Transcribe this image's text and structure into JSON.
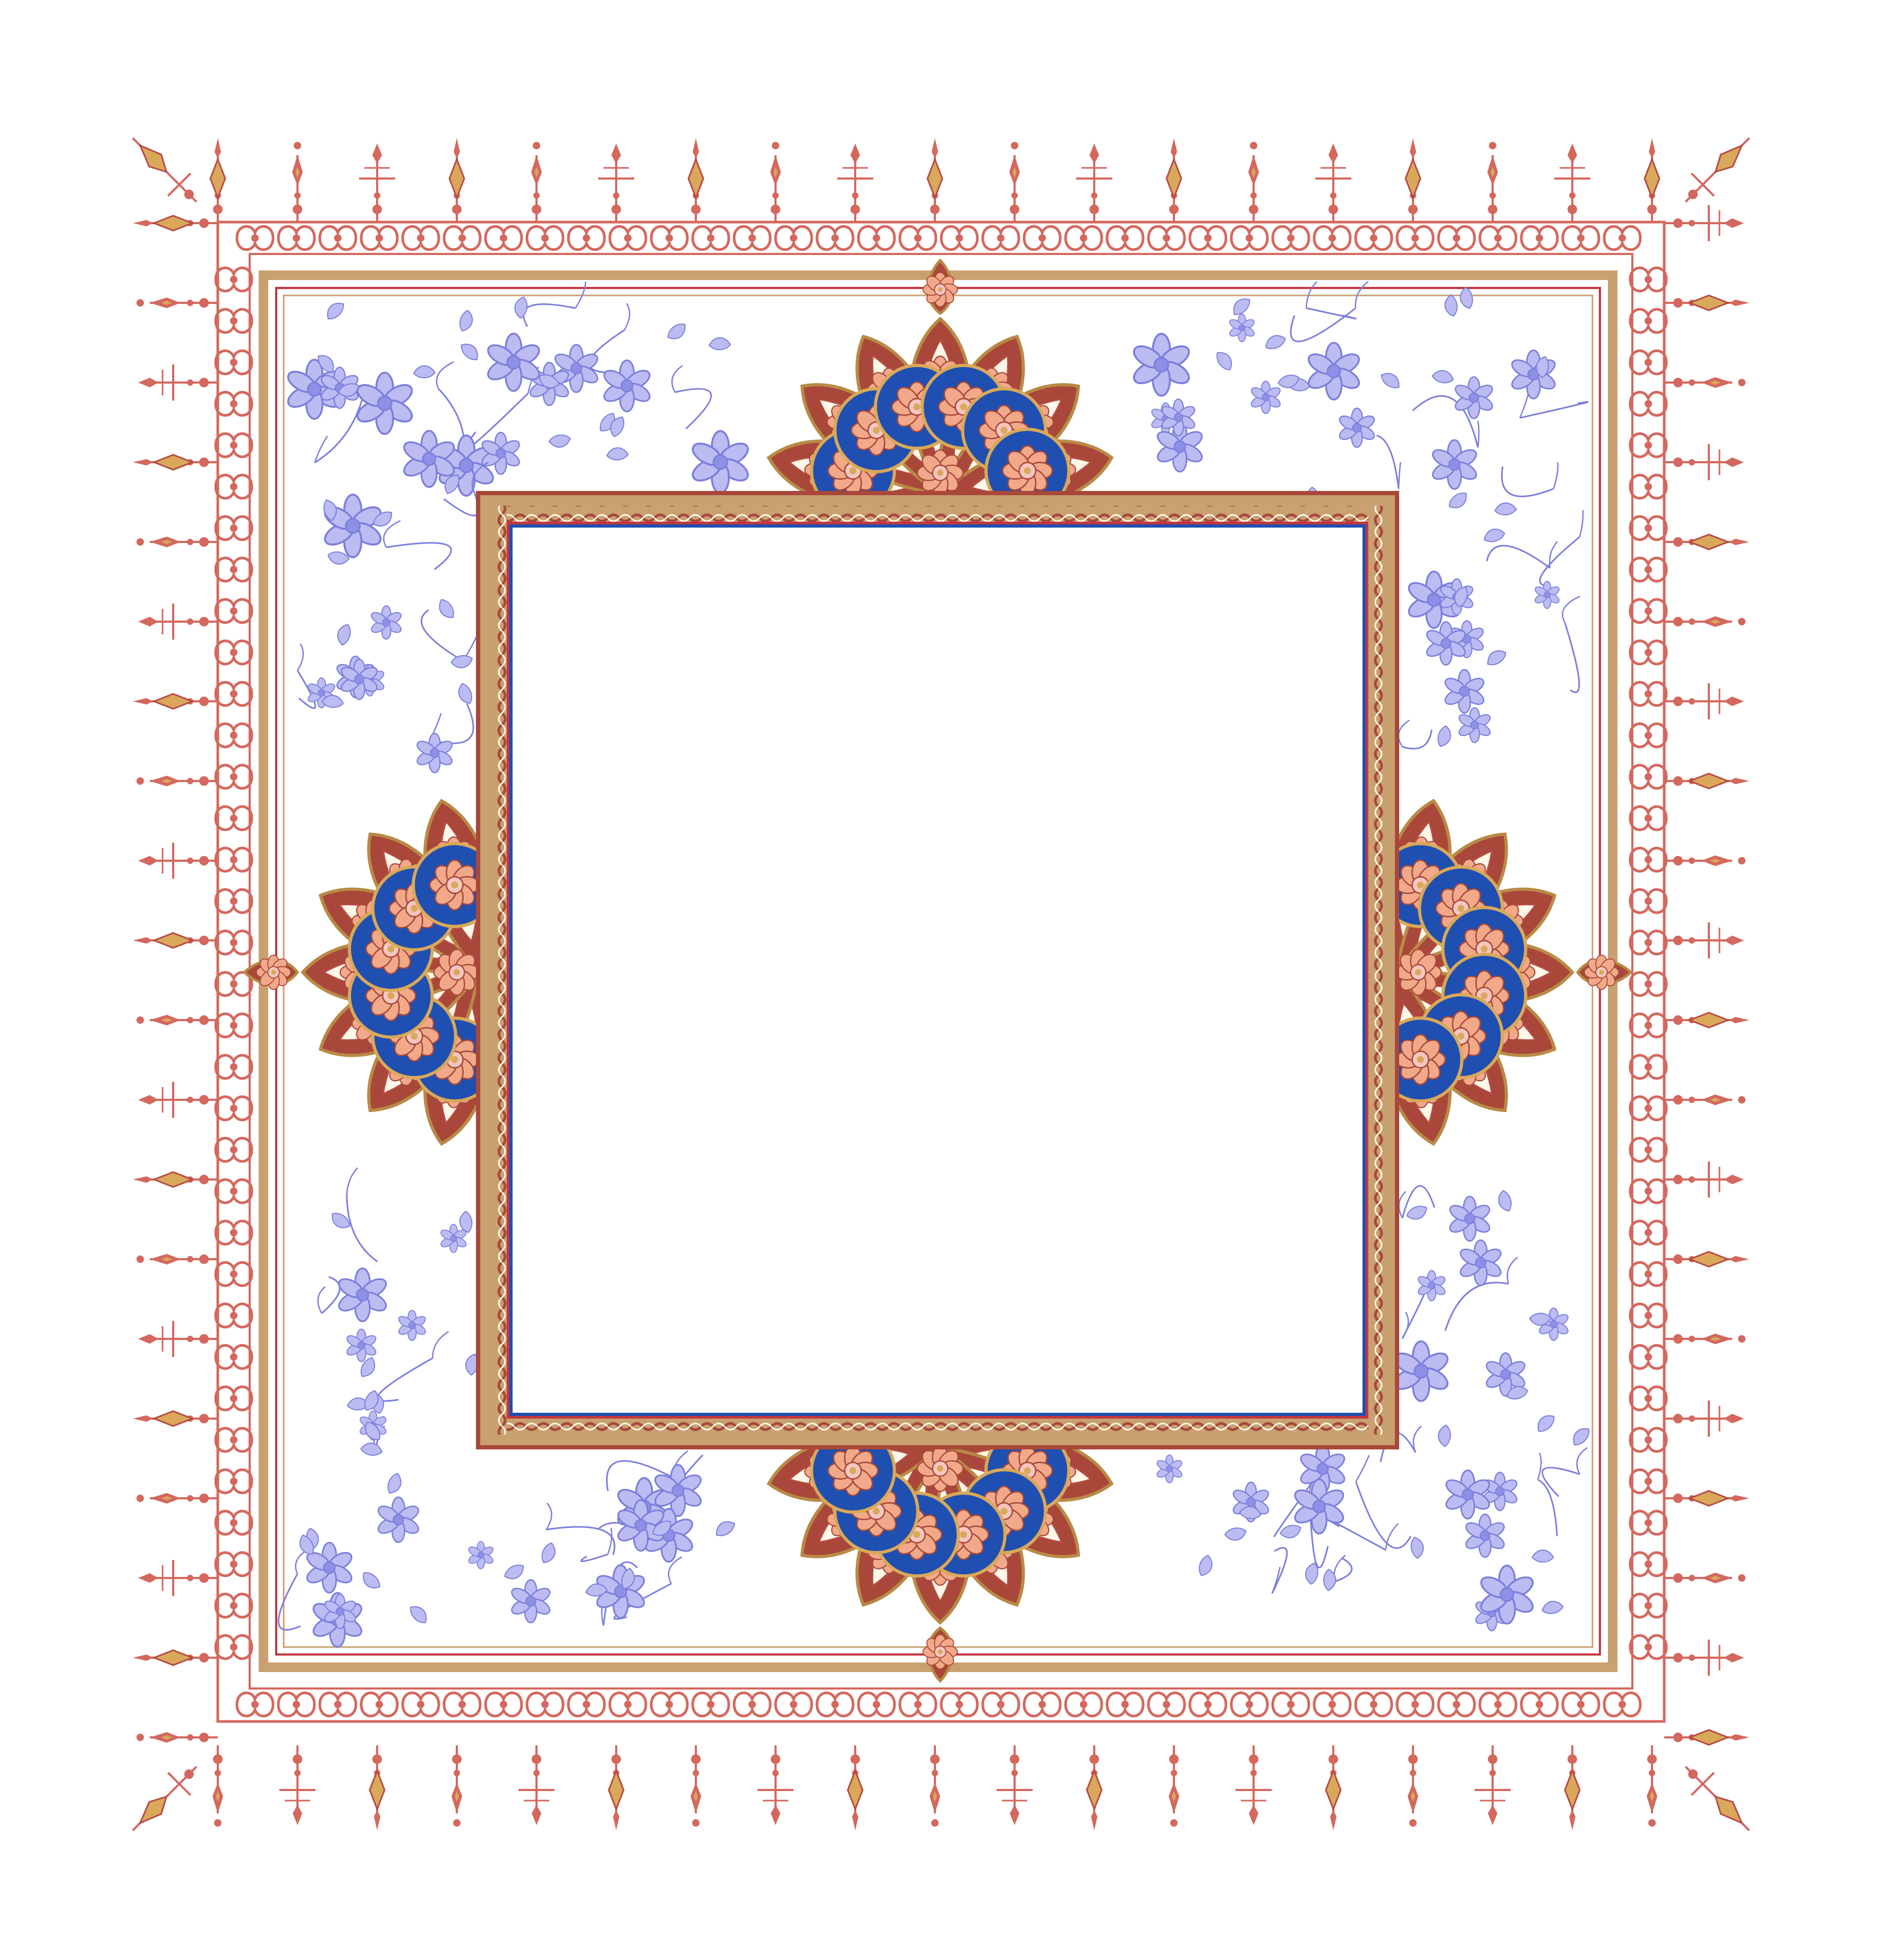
{
  "artwork": {
    "kind": "illuminated square frame (tezhip) with empty centre panel",
    "colors": {
      "background": "#ffffff",
      "outer_red": "#d4685e",
      "red_dark": "#b84a44",
      "gold": "#d9a85a",
      "gold_dark": "#b98a46",
      "border_tan": "#c9a070",
      "lapis": "#1f4fb0",
      "lapis_dark": "#123a8c",
      "sky": "#8fc3df",
      "crimson": "#c2373f",
      "terracotta": "#a9483a",
      "peach": "#f1a98a",
      "pink": "#f6c6c0",
      "lavender": "#8e8fe6",
      "lavender_light": "#bcbcf3",
      "lavender_line": "#7b7fdc",
      "cream": "#fff7e8",
      "panel": "#ffffff"
    },
    "motifs": [
      "outer-finial-icon",
      "lattice-band",
      "floral-vine-field",
      "medallion-rosette",
      "braided-inner-border"
    ],
    "center_panel": {
      "content": ""
    }
  }
}
